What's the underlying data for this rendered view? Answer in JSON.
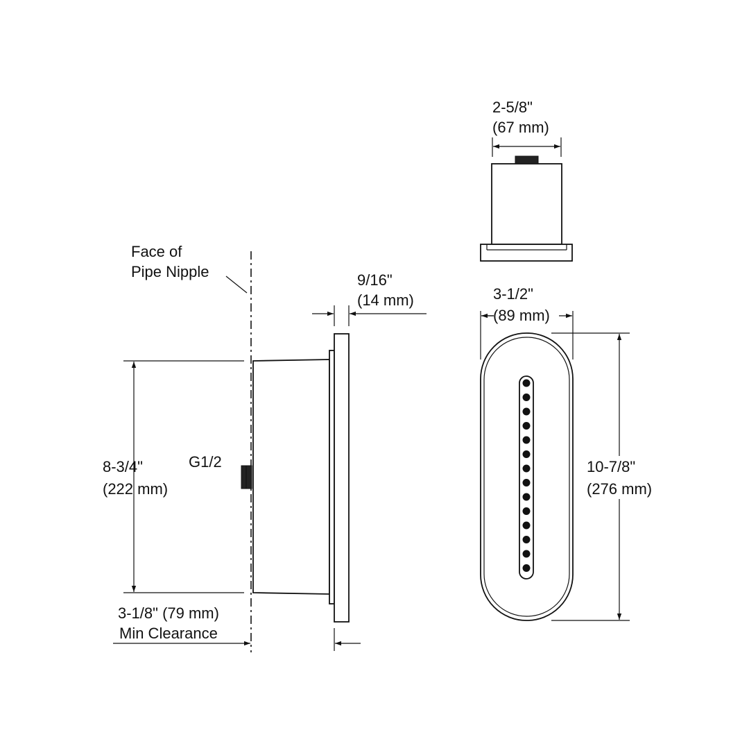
{
  "diagram": {
    "labels": {
      "face_line1": "Face of",
      "face_line2": "Pipe Nipple",
      "thickness_line1": "9/16\"",
      "thickness_line2": "(14 mm)",
      "height_line1": "8-3/4\"",
      "height_line2": "(222 mm)",
      "connector": "G1/2",
      "clearance_line1": "3-1/8\" (79 mm)",
      "clearance_line2": "Min Clearance",
      "top_width_line1": "2-5/8\"",
      "top_width_line2": "(67 mm)",
      "front_width_line1": "3-1/2\"",
      "front_width_line2": "(89 mm)",
      "overall_height_line1": "10-7/8\"",
      "overall_height_line2": "(276 mm)"
    },
    "colors": {
      "line": "#111111",
      "background": "#ffffff"
    }
  }
}
